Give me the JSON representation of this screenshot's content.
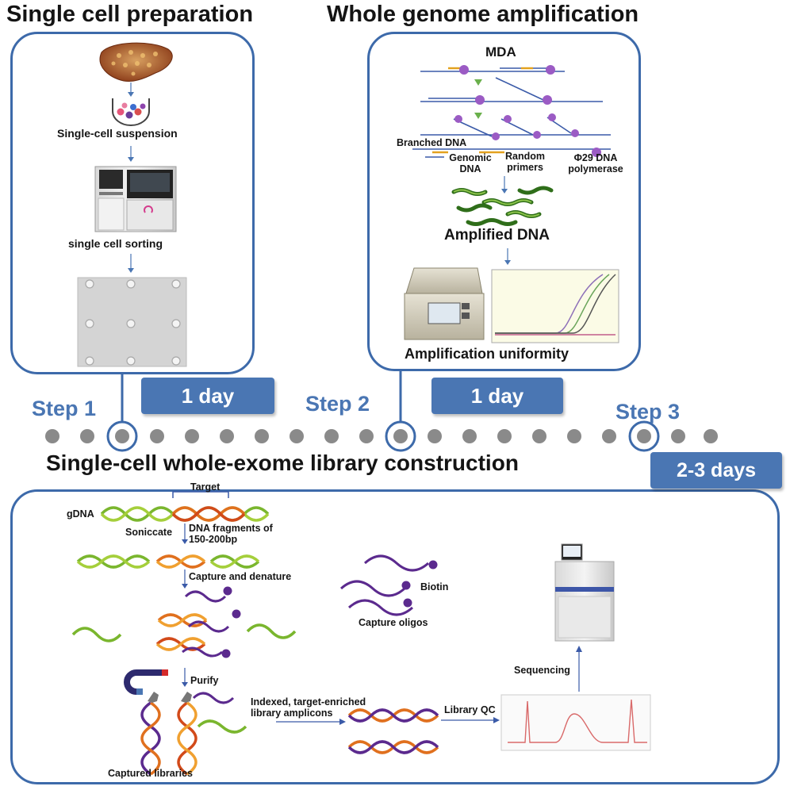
{
  "headings": {
    "step1_title": "Single cell preparation",
    "step2_title": "Whole genome amplification",
    "step3_title": "Single-cell whole-exome library construction"
  },
  "timeline": {
    "step1": "Step 1",
    "step2": "Step 2",
    "step3": "Step 3",
    "duration1": "1 day",
    "duration2": "1 day",
    "duration3": "2-3 days"
  },
  "panel1": {
    "suspension": "Single-cell suspension",
    "sorting": "single cell sorting"
  },
  "panel2": {
    "mda": "MDA",
    "branched": "Branched DNA",
    "genomic": "Genomic DNA",
    "random": "Random primers",
    "phi29": "Φ29 DNA polymerase",
    "amplified": "Amplified DNA",
    "uniformity": "Amplification uniformity"
  },
  "panel3": {
    "gdna": "gDNA",
    "target": "Target",
    "sonicate": "Soniccate",
    "fragments": "DNA fragments of 150-200bp",
    "capture": "Capture and denature",
    "biotin": "Biotin",
    "oligos": "Capture oligos",
    "purify": "Purify",
    "indexed": "Indexed, target-enriched library amplicons",
    "qc": "Library QC",
    "sequencing": "Sequencing",
    "captured": "Captured libraries"
  },
  "colors": {
    "accent": "#4a76b3",
    "panel_border": "#3d6aaa",
    "dot": "#8a8a8a",
    "dna_green": "#7ab62e",
    "dna_orange": "#e0701e",
    "oligo_purple": "#5b2a8e"
  }
}
